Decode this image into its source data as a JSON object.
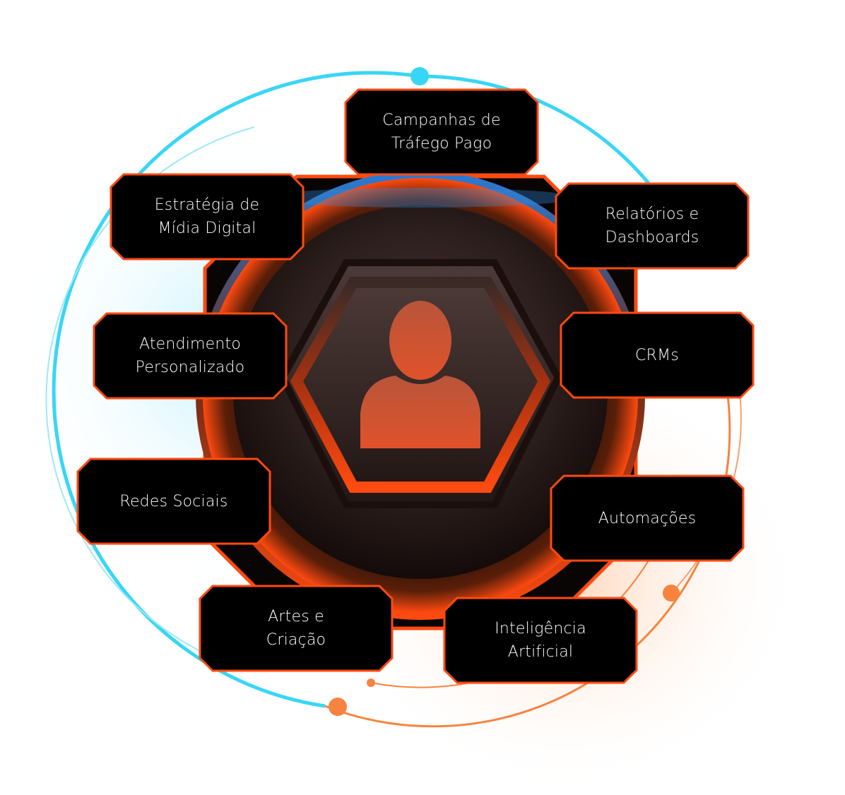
{
  "center": {
    "icon": "user-icon"
  },
  "colors": {
    "accent_orange": "#ff4a10",
    "ring_blue": "#38d6f5",
    "ring_orange": "#f7833f",
    "card_bg": "#000000",
    "text": "#ffffff"
  },
  "services": [
    {
      "id": "campanhas",
      "line1": "Campanhas de",
      "line2": "Tráfego Pago"
    },
    {
      "id": "relatorios",
      "line1": "Relatórios e",
      "line2": "Dashboards"
    },
    {
      "id": "crms",
      "line1": "CRMs",
      "line2": ""
    },
    {
      "id": "automacoes",
      "line1": "Automações",
      "line2": ""
    },
    {
      "id": "ia",
      "line1": "Inteligência",
      "line2": "Artificial"
    },
    {
      "id": "artes",
      "line1": "Artes e",
      "line2": "Criação"
    },
    {
      "id": "redes",
      "line1": "Redes Sociais",
      "line2": ""
    },
    {
      "id": "atendimento",
      "line1": "Atendimento",
      "line2": "Personalizado"
    },
    {
      "id": "estrategia",
      "line1": "Estratégia de",
      "line2": "Mídia Digital"
    }
  ]
}
